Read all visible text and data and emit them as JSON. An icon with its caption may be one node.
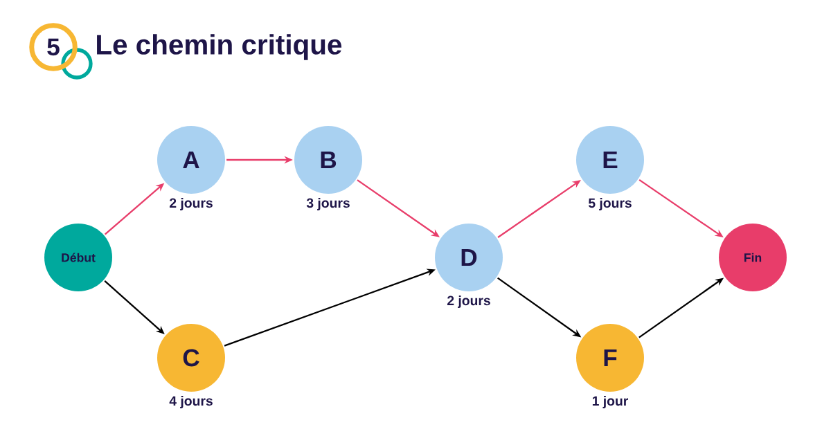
{
  "diagram": {
    "title": "Le chemin critique",
    "nodes": [
      {
        "text": [
          "Début"
        ]
      },
      {
        "text": [
          "A"
        ],
        "beside": [
          "2 jours"
        ]
      },
      {
        "text": [
          "B"
        ],
        "beside": [
          "3 jours"
        ]
      },
      {
        "text": [
          "C"
        ],
        "beside": [
          "4 jours"
        ]
      },
      {
        "text": [
          "D"
        ],
        "beside": [
          "2 jours"
        ]
      },
      {
        "text": [
          "E"
        ],
        "beside": [
          "5 jours"
        ]
      },
      {
        "text": [
          "F"
        ],
        "beside": [
          "1 jour"
        ]
      },
      {
        "text": [
          "Fin"
        ]
      }
    ],
    "edges": [
      {
        "from": 0,
        "to": 1,
        "arrow": "to"
      },
      {
        "from": 1,
        "to": 2,
        "arrow": "to"
      },
      {
        "from": 2,
        "to": 4,
        "arrow": "to"
      },
      {
        "from": 4,
        "to": 5,
        "arrow": "to"
      },
      {
        "from": 5,
        "to": 7,
        "arrow": "to"
      },
      {
        "from": 0,
        "to": 3,
        "arrow": "to",
        "color": "#000000"
      },
      {
        "from": 3,
        "to": 4,
        "arrow": "to",
        "color": "#000000"
      },
      {
        "from": 4,
        "to": 6,
        "arrow": "to",
        "color": "#000000"
      },
      {
        "from": 6,
        "to": 7,
        "arrow": "to",
        "color": "#000000"
      }
    ],
    "labels": [
      "5"
    ]
  }
}
